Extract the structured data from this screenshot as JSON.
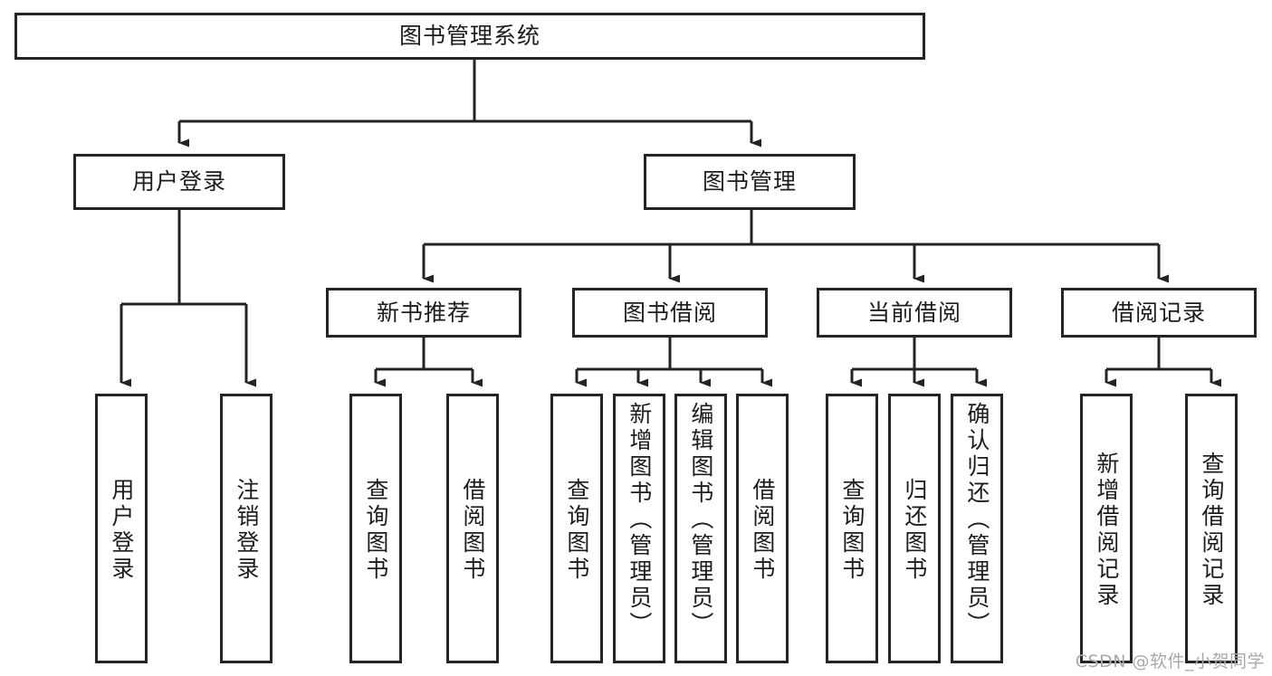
{
  "diagram": {
    "type": "tree-hierarchy-diagram",
    "title": "图书管理系统",
    "root": {
      "id": "root",
      "label": "图书管理系统"
    },
    "level2": [
      {
        "id": "user-login",
        "label": "用户登录"
      },
      {
        "id": "book-management",
        "label": "图书管理"
      }
    ],
    "level3": [
      {
        "id": "new-book-recommend",
        "label": "新书推荐"
      },
      {
        "id": "book-borrow",
        "label": "图书借阅"
      },
      {
        "id": "current-borrow",
        "label": "当前借阅"
      },
      {
        "id": "borrow-record",
        "label": "借阅记录"
      }
    ],
    "leaves": {
      "user_login": [
        {
          "id": "leaf-user-login",
          "label": "用户登录"
        },
        {
          "id": "leaf-logout-login",
          "label": "注销登录"
        }
      ],
      "new_book_recommend": [
        {
          "id": "leaf-query-book-1",
          "label": "查询图书"
        },
        {
          "id": "leaf-borrow-book-1",
          "label": "借阅图书"
        }
      ],
      "book_borrow": [
        {
          "id": "leaf-query-book-2",
          "label": "查询图书"
        },
        {
          "id": "leaf-add-book",
          "label": "新增图书（管理员）"
        },
        {
          "id": "leaf-edit-book",
          "label": "编辑图书（管理员）"
        },
        {
          "id": "leaf-borrow-book-2",
          "label": "借阅图书"
        }
      ],
      "current_borrow": [
        {
          "id": "leaf-query-book-3",
          "label": "查询图书"
        },
        {
          "id": "leaf-return-book",
          "label": "归还图书"
        },
        {
          "id": "leaf-confirm-return",
          "label": "确认归还（管理员）"
        }
      ],
      "borrow_record": [
        {
          "id": "leaf-add-record",
          "label": "新增借阅记录"
        },
        {
          "id": "leaf-query-record",
          "label": "查询借阅记录"
        }
      ]
    }
  },
  "watermark": {
    "text": "CSDN @软件_小贺同学"
  },
  "colors": {
    "stroke": "#23242a",
    "box_fill": "#ffffff",
    "text": "#1b1c20",
    "watermark": "#a8a9ad",
    "background": "#ffffff"
  }
}
